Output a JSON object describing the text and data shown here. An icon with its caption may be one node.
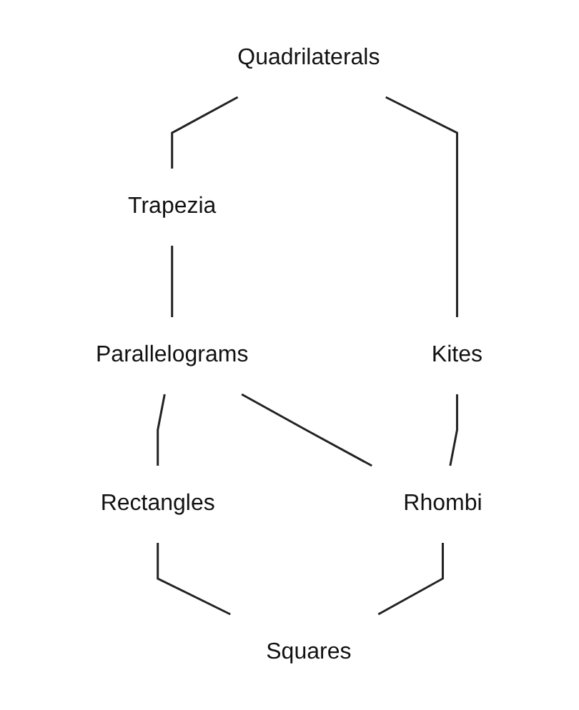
{
  "diagram": {
    "nodes": [
      {
        "text": [
          "Quadrilaterals"
        ]
      },
      {
        "text": [
          "Trapezia"
        ]
      },
      {
        "text": [
          "Kites"
        ]
      },
      {
        "text": [
          "Parallelograms"
        ]
      },
      {
        "text": [
          "Rectangles"
        ]
      },
      {
        "text": [
          "Rhombi"
        ]
      },
      {
        "text": [
          "Squares"
        ]
      }
    ],
    "edges": [
      {
        "from": 0,
        "to": 1,
        "arrow": "none"
      },
      {
        "from": 0,
        "to": 2,
        "arrow": "none"
      },
      {
        "from": 1,
        "to": 3,
        "arrow": "none"
      },
      {
        "from": 2,
        "to": 5,
        "arrow": "none"
      },
      {
        "from": 3,
        "to": 4,
        "arrow": "none"
      },
      {
        "from": 3,
        "to": 5,
        "arrow": "none"
      },
      {
        "from": 4,
        "to": 6,
        "arrow": "none"
      },
      {
        "from": 5,
        "to": 6,
        "arrow": "none"
      }
    ]
  }
}
